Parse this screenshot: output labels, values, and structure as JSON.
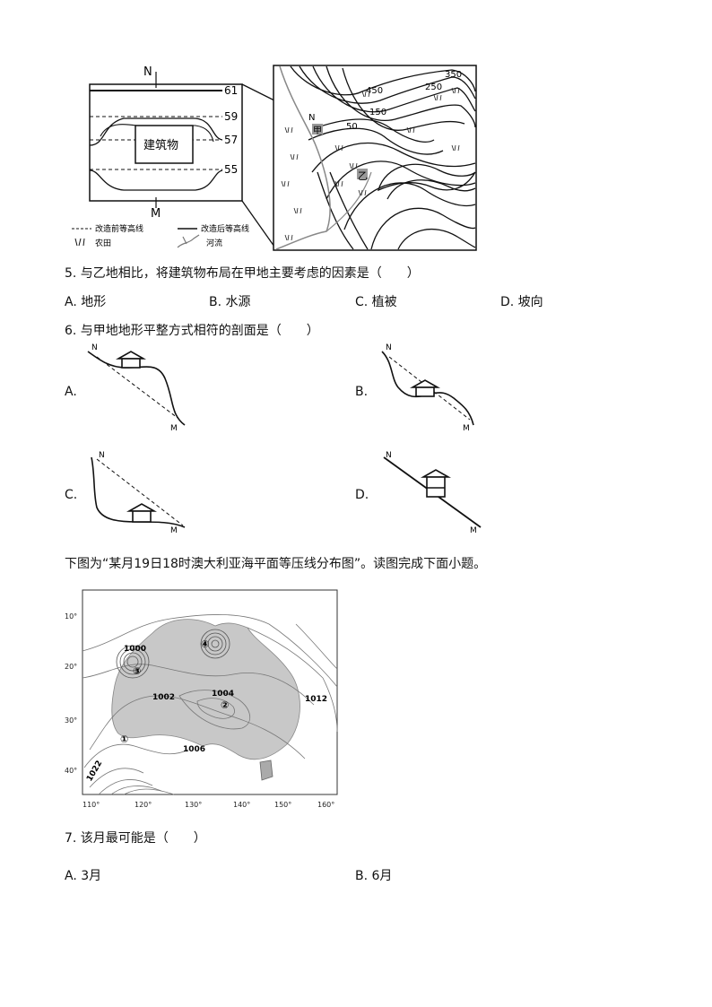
{
  "figure1": {
    "inset": {
      "north_label": "N",
      "south_label": "M",
      "building_label": "建筑物",
      "contours": [
        "61",
        "59",
        "57",
        "55"
      ]
    },
    "map": {
      "contours": [
        "350",
        "250",
        "450",
        "150",
        "50"
      ],
      "north_label": "N",
      "site_jia": "甲",
      "site_yi": "乙"
    },
    "legend": {
      "before": "改造前等高线",
      "after": "改造后等高线",
      "farmland": "农田",
      "river": "河流"
    }
  },
  "q5": {
    "stem": "5. 与乙地相比，将建筑物布局在甲地主要考虑的因素是（　　）",
    "options": [
      "A. 地形",
      "B. 水源",
      "C. 植被",
      "D. 坡向"
    ]
  },
  "q6": {
    "stem": "6. 与甲地地形平整方式相符的剖面是（　　）",
    "options": [
      "A.",
      "B.",
      "C.",
      "D."
    ],
    "north_label": "N",
    "south_label": "M"
  },
  "intro": "下图为“某月19日18时澳大利亚海平面等压线分布图”。读图完成下面小题。",
  "figure2": {
    "lat_labels": [
      "10°",
      "20°",
      "30°",
      "40°"
    ],
    "lon_labels": [
      "110°",
      "120°",
      "130°",
      "140°",
      "150°",
      "160°"
    ],
    "isobars": [
      "1000",
      "1002",
      "1004",
      "1006",
      "1012",
      "1022"
    ],
    "points": [
      "①",
      "②",
      "③",
      "④"
    ]
  },
  "q7": {
    "stem": "7. 该月最可能是（　　）",
    "options": [
      "A. 3月",
      "B. 6月"
    ]
  }
}
